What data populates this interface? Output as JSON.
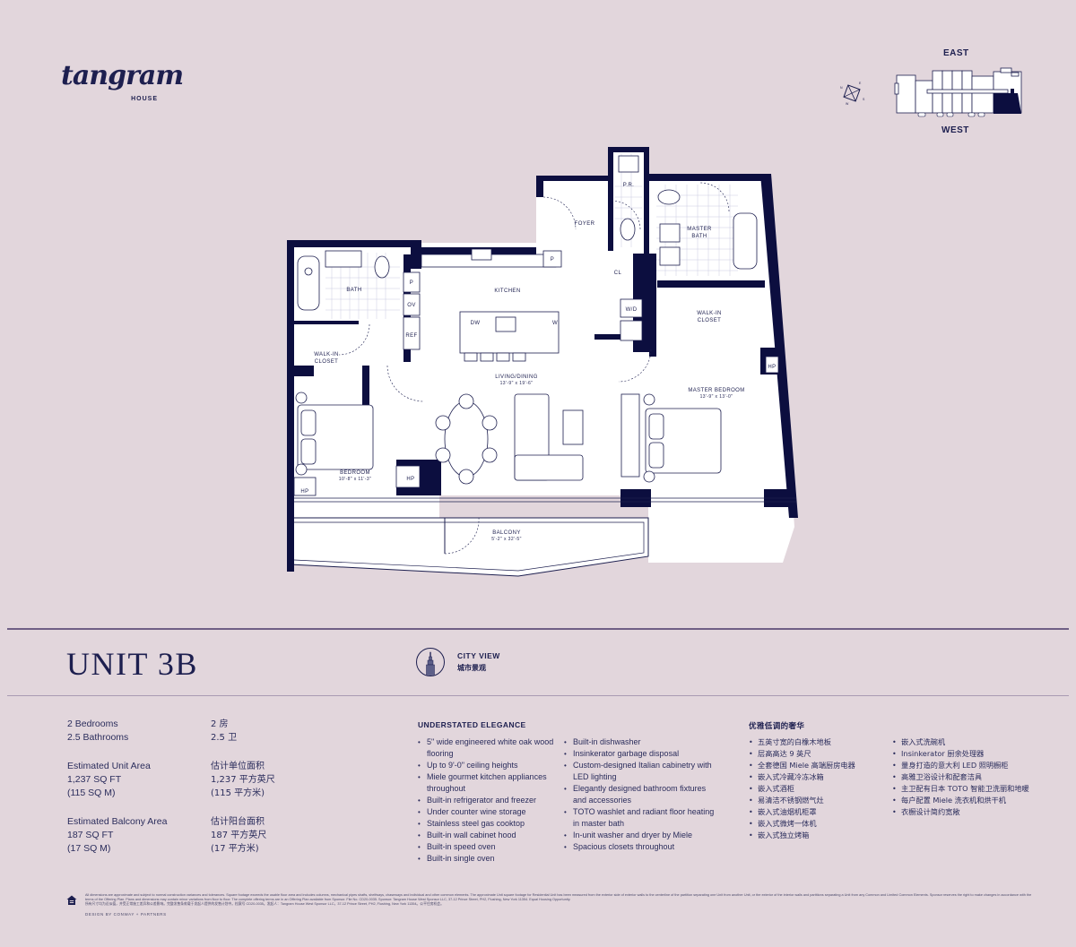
{
  "brand": {
    "logo_script": "tangram",
    "logo_sub": "HOUSE",
    "accent_color": "#1d1f4f",
    "background_color": "#e2d6dc",
    "divider_color": "#6f5f85"
  },
  "key_plan": {
    "label_top": "EAST",
    "label_bottom": "WEST",
    "compass": {
      "n": "N",
      "e": "E",
      "s": "S",
      "w": "W"
    },
    "highlighted_unit": "3B"
  },
  "floor_plan": {
    "rooms": [
      {
        "id": "pr",
        "name": "P.R."
      },
      {
        "id": "foyer",
        "name": "FOYER"
      },
      {
        "id": "master_bath",
        "name": "MASTER\nBATH",
        "line1": "MASTER",
        "line2": "BATH"
      },
      {
        "id": "bath",
        "name": "BATH"
      },
      {
        "id": "kitchen",
        "name": "KITCHEN"
      },
      {
        "id": "walkin1",
        "line1": "WALK-IN",
        "line2": "CLOSET"
      },
      {
        "id": "walkin2",
        "line1": "WALK-IN",
        "line2": "CLOSET"
      },
      {
        "id": "living",
        "name": "LIVING/DINING",
        "dims": "13'-9\" x 19'-6\""
      },
      {
        "id": "master_bedroom",
        "name": "MASTER BEDROOM",
        "dims": "13'-9\" x 13'-0\""
      },
      {
        "id": "bedroom",
        "name": "BEDROOM",
        "dims": "10'-8\" x 11'-3\""
      },
      {
        "id": "balcony",
        "name": "BALCONY",
        "dims": "5'-2\" x 32'-5\""
      }
    ],
    "fixtures": {
      "cl": "CL",
      "wd": "W/D",
      "p": "P",
      "ov": "OV",
      "ref": "REF",
      "dw": "DW",
      "w": "W",
      "hp": "HP"
    }
  },
  "unit": {
    "title": "UNIT 3B",
    "view_en": "CITY VIEW",
    "view_zh": "城市景观"
  },
  "specs_en": {
    "bedrooms": "2 Bedrooms",
    "bathrooms": "2.5 Bathrooms",
    "unit_area_label": "Estimated Unit Area",
    "unit_area_sqft": "1,237 SQ FT",
    "unit_area_sqm": "(115 SQ M)",
    "balcony_area_label": "Estimated Balcony Area",
    "balcony_area_sqft": "187 SQ FT",
    "balcony_area_sqm": "(17 SQ M)"
  },
  "specs_zh": {
    "bedrooms": "2 房",
    "bathrooms": "2.5 卫",
    "unit_area_label": "估计单位面积",
    "unit_area_sqft": "1,237 平方英尺",
    "unit_area_sqm": "(115 平方米)",
    "balcony_area_label": "估计阳台面积",
    "balcony_area_sqft": "187 平方英尺",
    "balcony_area_sqm": "(17 平方米)"
  },
  "features_en": {
    "title": "UNDERSTATED ELEGANCE",
    "col1": [
      "5\" wide engineered white oak wood flooring",
      "Up to 9'-0\" ceiling heights",
      "Miele gourmet kitchen appliances throughout",
      "Built-in refrigerator and freezer",
      "Under counter wine storage",
      "Stainless steel gas cooktop",
      "Built-in wall cabinet hood",
      "Built-in speed oven",
      "Built-in single oven"
    ],
    "col2": [
      "Built-in dishwasher",
      "Insinkerator garbage disposal",
      "Custom-designed Italian cabinetry with LED lighting",
      "Elegantly designed bathroom fixtures and accessories",
      "TOTO washlet and radiant floor heating in master bath",
      "In-unit washer and dryer by Miele",
      "Spacious closets throughout"
    ]
  },
  "features_zh": {
    "title": "优雅低调的奢华",
    "col1": [
      "五英寸宽的白橡木地板",
      "层高高达 9 英尺",
      "全套德国 Miele 高端厨房电器",
      "嵌入式冷藏冷冻冰箱",
      "嵌入式酒柜",
      "易清洁不锈钢燃气灶",
      "嵌入式油烟机柜罩",
      "嵌入式微烤一体机",
      "嵌入式独立烤箱"
    ],
    "col2": [
      "嵌入式洗碗机",
      "Insinkerator 厨余处理器",
      "量身打造的意大利 LED 照明橱柜",
      "高雅卫浴设计和配套洁具",
      "主卫配有日本 TOTO 智能卫洗丽和地暖",
      "每户配置 Miele 洗衣机和烘干机",
      "衣橱设计简约宽敞"
    ]
  },
  "footer": {
    "legal": "All dimensions are approximate and subject to normal construction variances and tolerances. Square footage exceeds the usable floor area and includes columns, mechanical pipes shafts, shelfways, chaseways and individual and other common elements. The approximate Unit square footage for Residential Unit has been measured from the exterior side of exterior walls to the centerline of the partition separating one Unit from another Unit, or the exterior of the interior walls and partitions separating a Unit from any Common and Limited Common Elements. Sponsor reserves the right to make changes in accordance with the terms of the Offering Plan. Plans and dimensions may contain minor variations from floor to floor. The complete offering terms are in an Offering Plan available from Sponsor. File No. CD20-0035. Sponsor: Tangram House West Sponsor LLC, 37-12 Prince Street, PH2, Flushing, New York 11354. Equal Housing Opportunity.",
    "legal_zh": "所有尺寸均为近似值，并受正常施工差异和公差影响。完整发售条款载于发起人提供的发售计划中。档案号 CD20-0035。发起人：Tangram House West Sponsor LLC，37-12 Prince Street, PH2, Flushing, New York 11354。公平住房机会。",
    "credit": "DESIGN BY CONWAY + PARTNERS"
  }
}
